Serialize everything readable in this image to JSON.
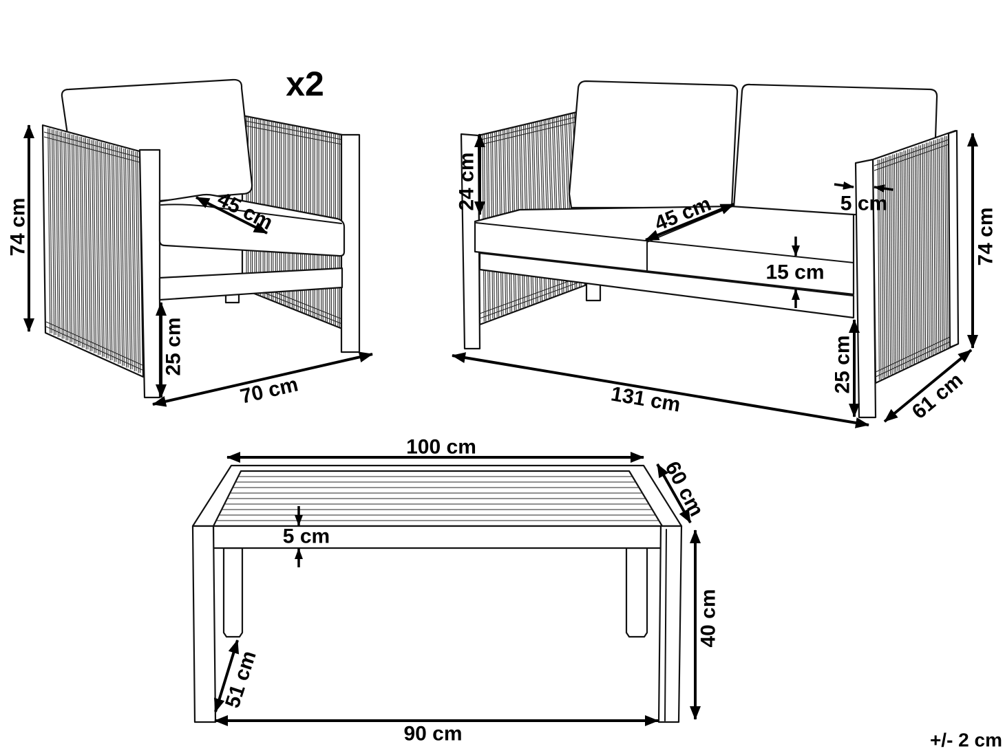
{
  "quantity_label": "x2",
  "armchair": {
    "height": "74 cm",
    "seat_depth": "45 cm",
    "seat_height": "25 cm",
    "width": "70 cm"
  },
  "sofa": {
    "armrest_height": "24 cm",
    "seat_depth": "45 cm",
    "armrest_width": "5 cm",
    "cushion_thickness": "15 cm",
    "height": "74 cm",
    "seat_height": "25 cm",
    "width": "131 cm",
    "depth": "61 cm"
  },
  "table": {
    "length": "100 cm",
    "depth": "60 cm",
    "top_thickness": "5 cm",
    "height": "40 cm",
    "inner_depth": "51 cm",
    "inner_length": "90 cm"
  },
  "tolerance": "+/- 2 cm"
}
